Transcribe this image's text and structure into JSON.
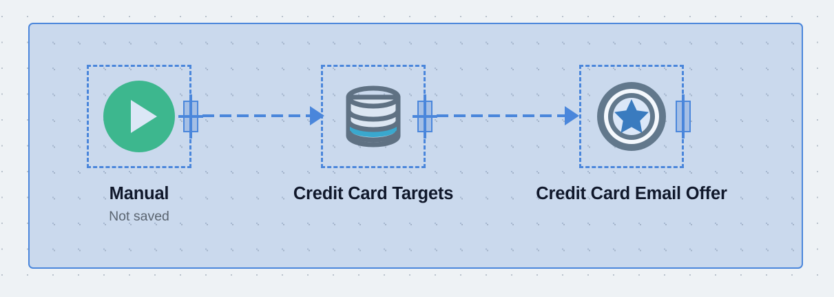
{
  "canvas": {
    "background_color": "#eef2f5",
    "grid_dot_color": "#b9c2cc"
  },
  "selection_group": {
    "name": "selected-flow-group",
    "border_color": "#4a86db",
    "fill_color": "rgba(118,160,220,0.30)"
  },
  "palette": {
    "accent_blue": "#4a86db",
    "start_green": "#3db78e",
    "database_outline": "#5f7183",
    "database_fill": "#dce6f2",
    "database_band": "#3aa8ce",
    "offer_ring": "#62788c",
    "offer_star": "#3a7bbf",
    "title_color": "#10182b",
    "subtitle_color": "#5a6470"
  },
  "nodes": [
    {
      "id": "manual-start",
      "icon": "play-circle-icon",
      "title": "Manual",
      "subtitle": "Not saved",
      "has_output_port": true,
      "has_input_port": false
    },
    {
      "id": "credit-card-targets",
      "icon": "database-icon",
      "title": "Credit Card Targets",
      "subtitle": "",
      "has_output_port": true,
      "has_input_port": true
    },
    {
      "id": "credit-card-email-offer",
      "icon": "offer-badge-star-icon",
      "title": "Credit Card Email Offer",
      "subtitle": "",
      "has_output_port": true,
      "has_input_port": true
    }
  ],
  "edges": [
    {
      "id": "edge-1",
      "from": "manual-start",
      "to": "credit-card-targets",
      "style": "dashed",
      "arrow": true
    },
    {
      "id": "edge-2",
      "from": "credit-card-targets",
      "to": "credit-card-email-offer",
      "style": "dashed",
      "arrow": true
    }
  ]
}
